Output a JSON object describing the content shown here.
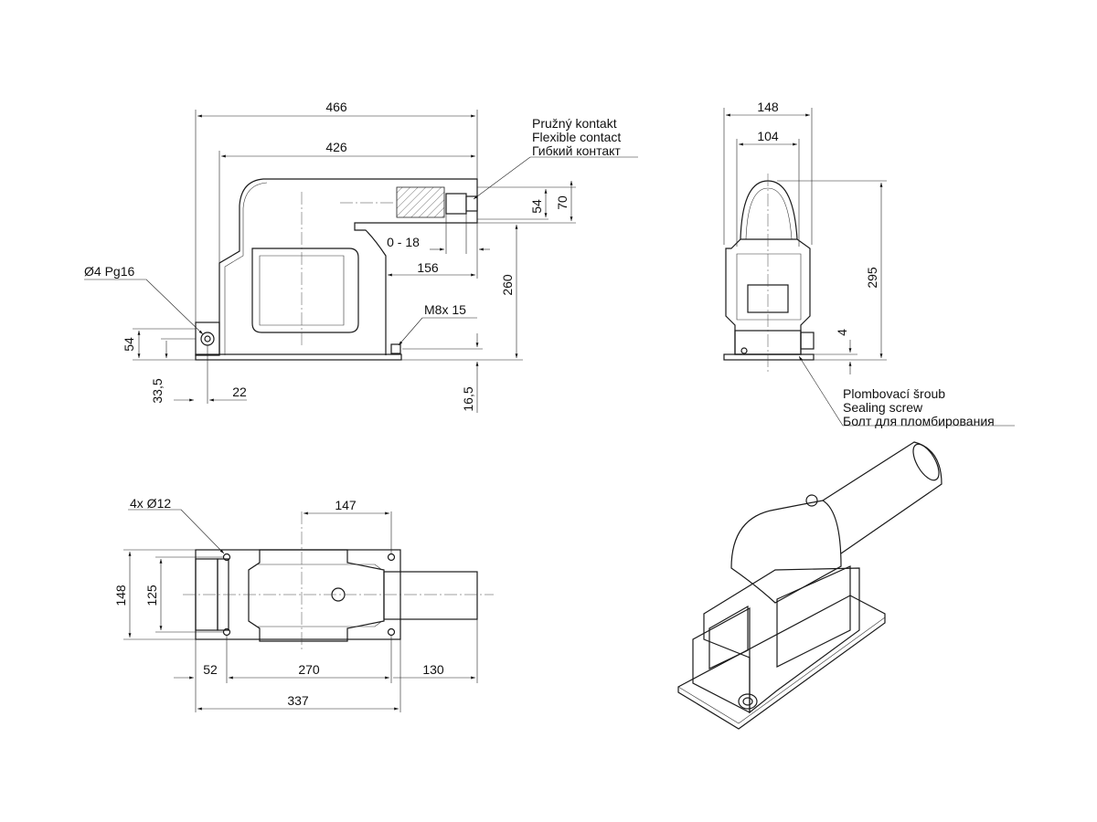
{
  "front_view": {
    "dims": {
      "overall_length": "466",
      "body_length": "426",
      "contact_h1": "54",
      "contact_h2": "70",
      "contact_range": "0 - 18",
      "contact_offset": "156",
      "height": "260",
      "terminal_h": "54",
      "terminal_offset_v": "33,5",
      "terminal_offset_h": "22",
      "base_thickness": "16,5"
    },
    "callouts": {
      "terminal": "Ø4 Pg16",
      "ground_screw": "M8x 15",
      "contact_cz": "Pružný kontakt",
      "contact_en": "Flexible contact",
      "contact_ru": "Гибкий контакт"
    }
  },
  "side_view": {
    "dims": {
      "width": "148",
      "inner_width": "104",
      "height": "295",
      "base_step": "4"
    },
    "callouts": {
      "seal_cz": "Plombovací šroub",
      "seal_en": "Sealing screw",
      "seal_ru": "Болт для пломбирования"
    }
  },
  "top_view": {
    "dims": {
      "holes": "4x  Ø12",
      "hole_to_edge": "147",
      "width": "148",
      "hole_pitch_v": "125",
      "left_offset": "52",
      "hole_pitch_h": "270",
      "tube_overhang": "130",
      "base_length": "337"
    }
  }
}
